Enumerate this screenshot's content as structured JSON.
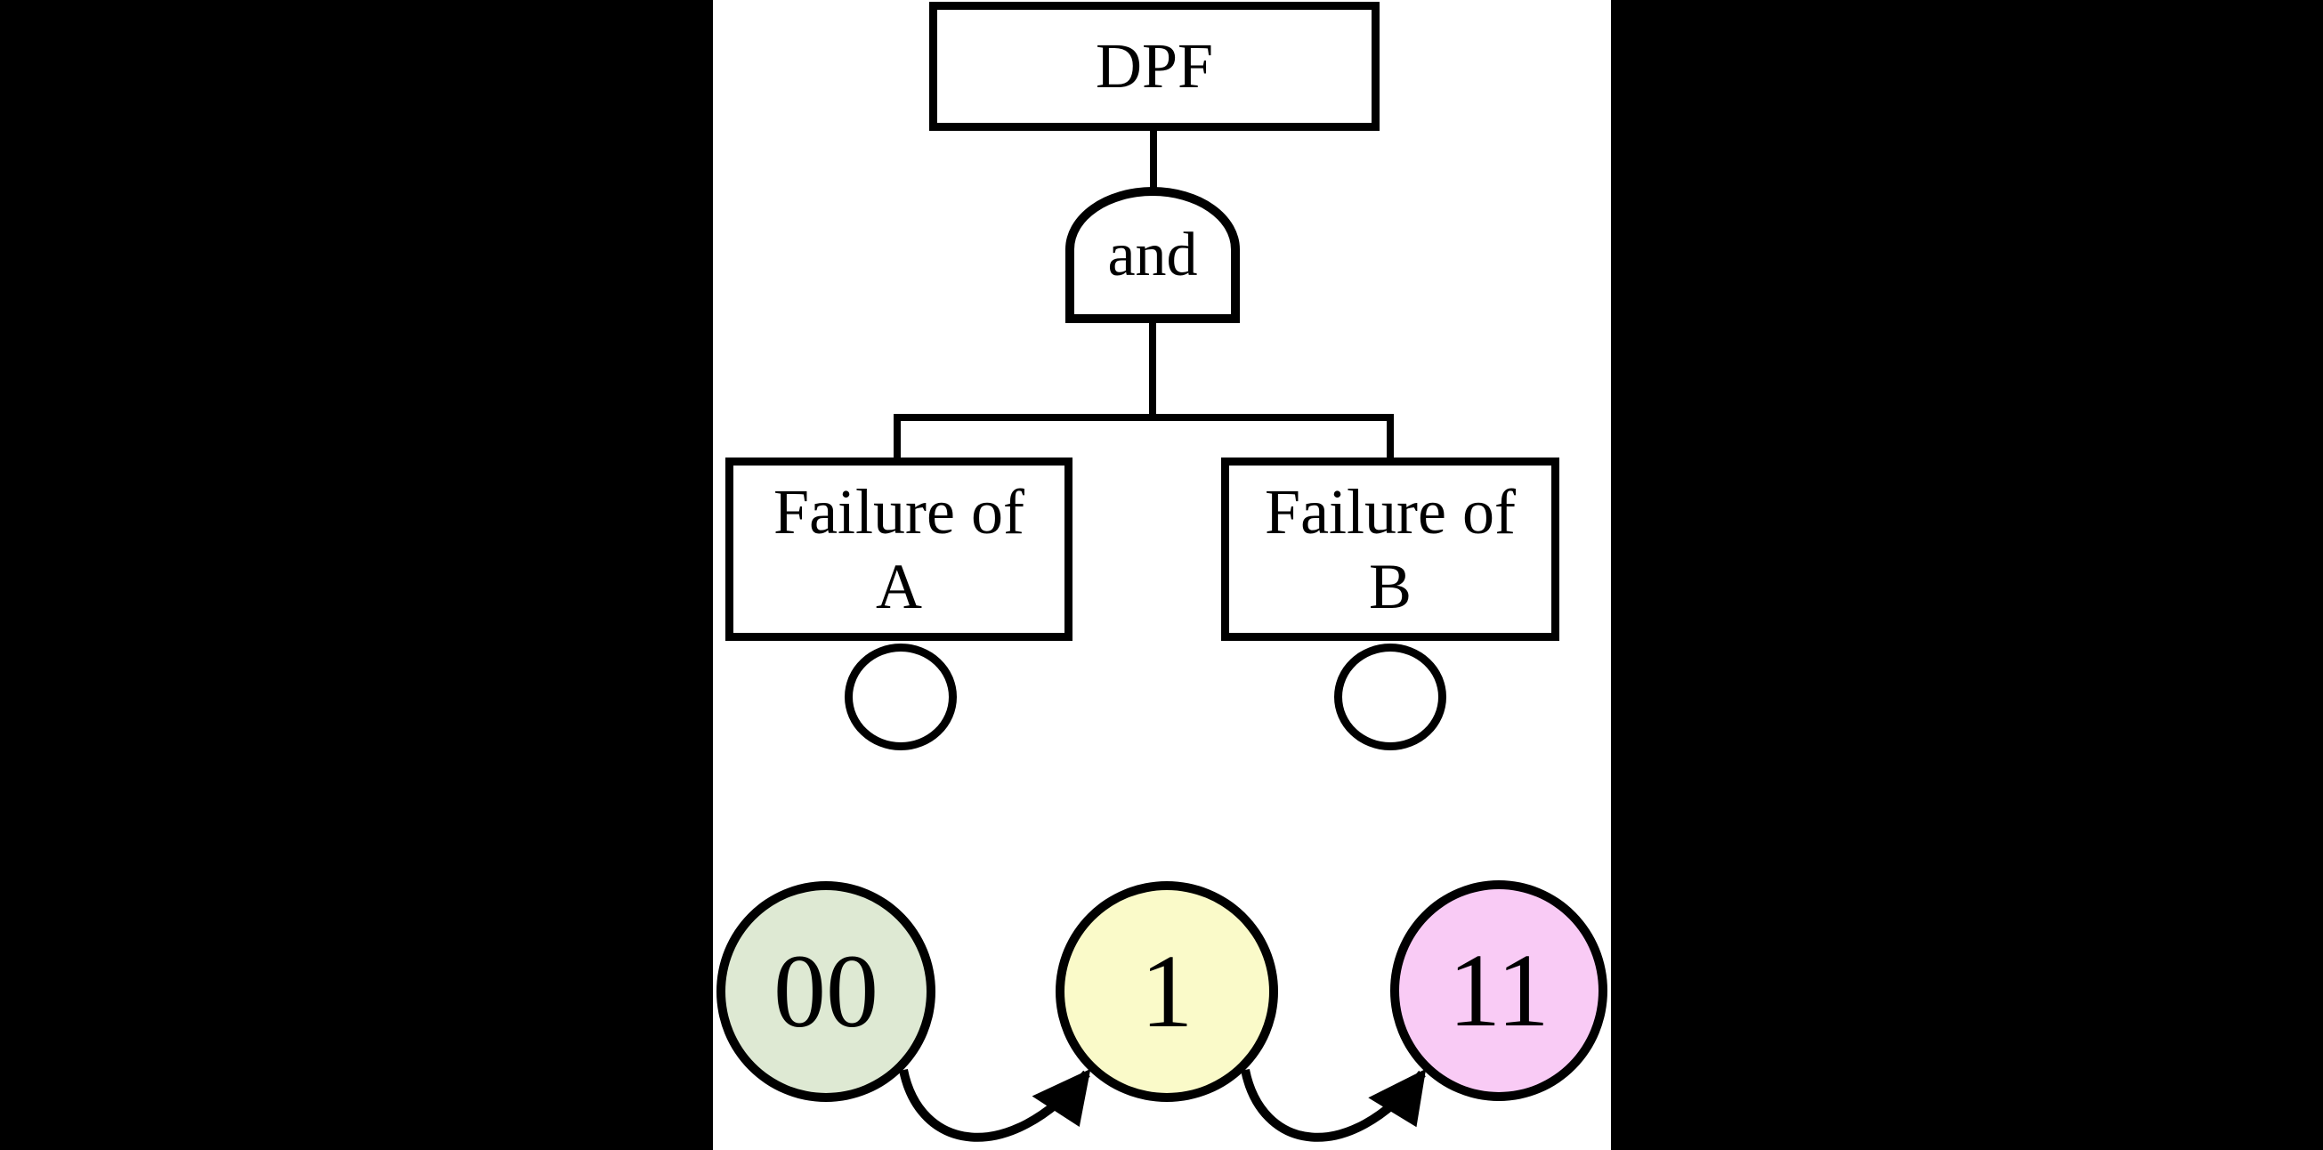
{
  "diagram": {
    "kind": "fault-tree-with-markov-chain",
    "background": "#000000",
    "panel_background": "#ffffff",
    "line_color": "#000000"
  },
  "fault_tree": {
    "top_event": {
      "label": "DPF"
    },
    "gate": {
      "label": "and",
      "type": "and"
    },
    "basic_events": [
      {
        "lines": [
          "Failure of",
          "A"
        ]
      },
      {
        "lines": [
          "Failure of",
          "B"
        ]
      }
    ]
  },
  "markov_chain": {
    "states": [
      {
        "label": "00",
        "fill": "#dee9d3"
      },
      {
        "label": "1",
        "fill": "#fafac9"
      },
      {
        "label": "11",
        "fill": "#f9cbf5"
      }
    ],
    "transitions": [
      {
        "from": "00",
        "to": "1"
      },
      {
        "from": "1",
        "to": "11"
      }
    ]
  }
}
